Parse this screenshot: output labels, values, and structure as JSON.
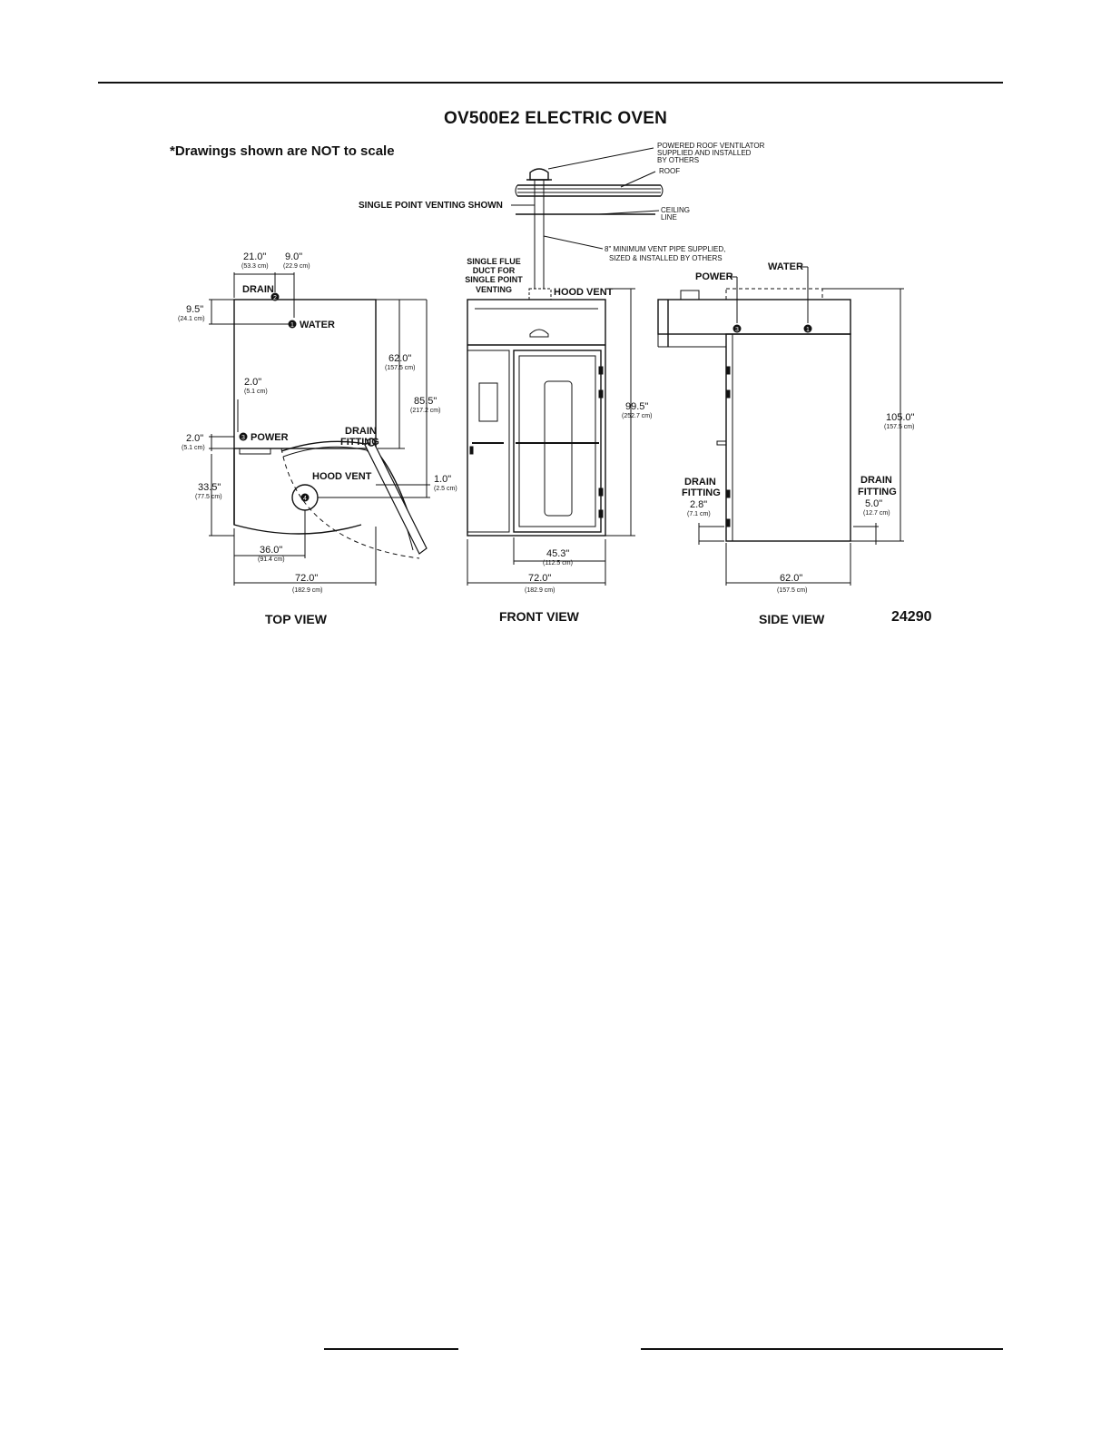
{
  "header": {
    "title": "OV500E2 ELECTRIC OVEN",
    "note": "*Drawings shown are NOT to scale"
  },
  "drawing_number": "24290",
  "views": {
    "top": "TOP VIEW",
    "front": "FRONT VIEW",
    "side": "SIDE VIEW"
  },
  "venting": {
    "single_point": "SINGLE POINT VENTING SHOWN",
    "roof_ventilator": [
      "POWERED ROOF VENTILATOR",
      "SUPPLIED AND INSTALLED",
      "BY OTHERS"
    ],
    "roof": "ROOF",
    "ceiling": [
      "CEILING",
      "LINE"
    ],
    "vent_pipe": [
      "8\" MINIMUM VENT PIPE SUPPLIED,",
      "SIZED & INSTALLED BY OTHERS"
    ],
    "flue_duct": [
      "SINGLE FLUE",
      "DUCT FOR",
      "SINGLE POINT",
      "VENTING"
    ]
  },
  "labels": {
    "drain": "DRAIN",
    "water": "WATER",
    "power": "POWER",
    "drain_fitting": [
      "DRAIN",
      "FITTING"
    ],
    "hood_vent": "HOOD VENT",
    "markers": {
      "water": "1",
      "drain": "2",
      "power": "3",
      "hood": "4"
    }
  },
  "dimensions": {
    "top": {
      "d21": {
        "in": "21.0\"",
        "cm": "(53.3 cm)"
      },
      "d9": {
        "in": "9.0\"",
        "cm": "(22.9 cm)"
      },
      "d9_5": {
        "in": "9.5\"",
        "cm": "(24.1 cm)"
      },
      "d62": {
        "in": "62.0\"",
        "cm": "(157.5 cm)"
      },
      "d85_5": {
        "in": "85.5\"",
        "cm": "(217.2 cm)"
      },
      "d2a": {
        "in": "2.0\"",
        "cm": "(5.1 cm)"
      },
      "d2b": {
        "in": "2.0\"",
        "cm": "(5.1 cm)"
      },
      "d33_5": {
        "in": "33.5\"",
        "cm": "(77.5 cm)"
      },
      "d1": {
        "in": "1.0\"",
        "cm": "(2.5 cm)"
      },
      "d36": {
        "in": "36.0\"",
        "cm": "(91.4 cm)"
      },
      "d72": {
        "in": "72.0\"",
        "cm": "(182.9 cm)"
      }
    },
    "front": {
      "d99_5": {
        "in": "99.5\"",
        "cm": "(252.7 cm)"
      },
      "d45_3": {
        "in": "45.3\"",
        "cm": "(112.5 cm)"
      },
      "d72": {
        "in": "72.0\"",
        "cm": "(182.9 cm)"
      }
    },
    "side": {
      "d105": {
        "in": "105.0\"",
        "cm": "(157.5 cm)"
      },
      "d2_8": {
        "in": "2.8\"",
        "cm": "(7.1 cm)"
      },
      "d5": {
        "in": "5.0\"",
        "cm": "(12.7 cm)"
      },
      "d62": {
        "in": "62.0\"",
        "cm": "(157.5 cm)"
      }
    }
  }
}
